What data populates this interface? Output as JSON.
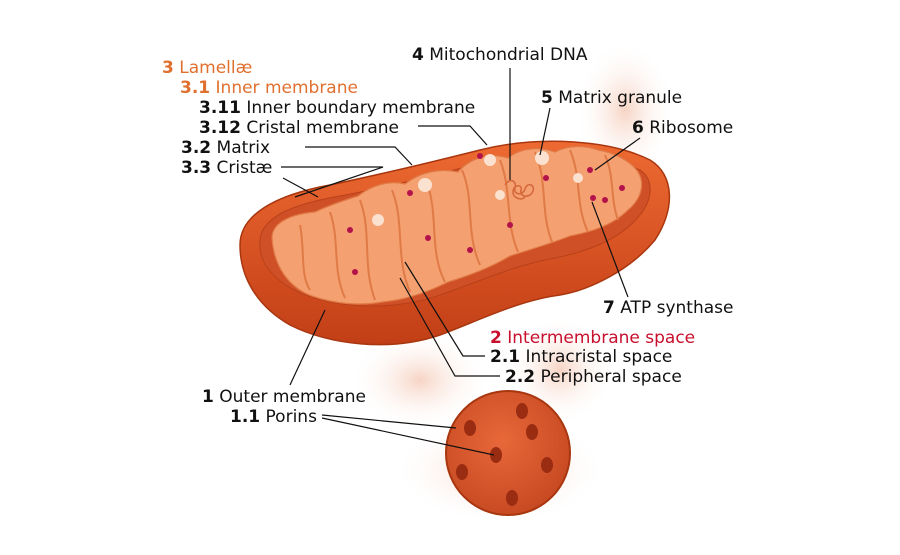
{
  "labels": {
    "lamellae": {
      "num": "3",
      "text": "Lamellæ"
    },
    "inner_membrane": {
      "num": "3.1",
      "text": "Inner membrane"
    },
    "inner_boundary": {
      "num": "3.11",
      "text": "Inner boundary membrane"
    },
    "cristal_membrane": {
      "num": "3.12",
      "text": "Cristal membrane"
    },
    "matrix": {
      "num": "3.2",
      "text": "Matrix"
    },
    "cristae": {
      "num": "3.3",
      "text": "Cristæ"
    },
    "mito_dna": {
      "num": "4",
      "text": "Mitochondrial DNA"
    },
    "matrix_granule": {
      "num": "5",
      "text": "Matrix granule"
    },
    "ribosome": {
      "num": "6",
      "text": "Ribosome"
    },
    "atp_synthase": {
      "num": "7",
      "text": "ATP synthase"
    },
    "intermembrane": {
      "num": "2",
      "text": "Intermembrane space"
    },
    "intracristal": {
      "num": "2.1",
      "text": "Intracristal space"
    },
    "peripheral": {
      "num": "2.2",
      "text": "Peripheral space"
    },
    "outer_membrane": {
      "num": "1",
      "text": "Outer membrane"
    },
    "porins": {
      "num": "1.1",
      "text": "Porins"
    }
  },
  "colors": {
    "outer": "#e05a28",
    "outer_dark": "#c0421a",
    "inner": "#f4a070",
    "cristae": "#f2a878",
    "lamellae_label": "#e07030",
    "intermembrane_label": "#c8102e",
    "ghost": "#f6d7c9"
  }
}
